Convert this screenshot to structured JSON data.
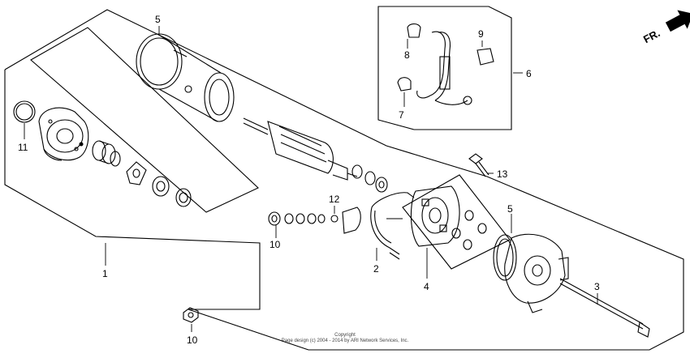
{
  "callouts": {
    "c1": "1",
    "c2": "2",
    "c3": "3",
    "c4": "4",
    "c5a": "5",
    "c5b": "5",
    "c6": "6",
    "c7": "7",
    "c8": "8",
    "c9": "9",
    "c10a": "10",
    "c10b": "10",
    "c11": "11",
    "c12": "12",
    "c13": "13"
  },
  "front_indicator": {
    "label": "FR."
  },
  "footer": {
    "line1": "Copyright",
    "line2": "Page design (c) 2004 - 2014 by ARI Network Services, Inc."
  }
}
